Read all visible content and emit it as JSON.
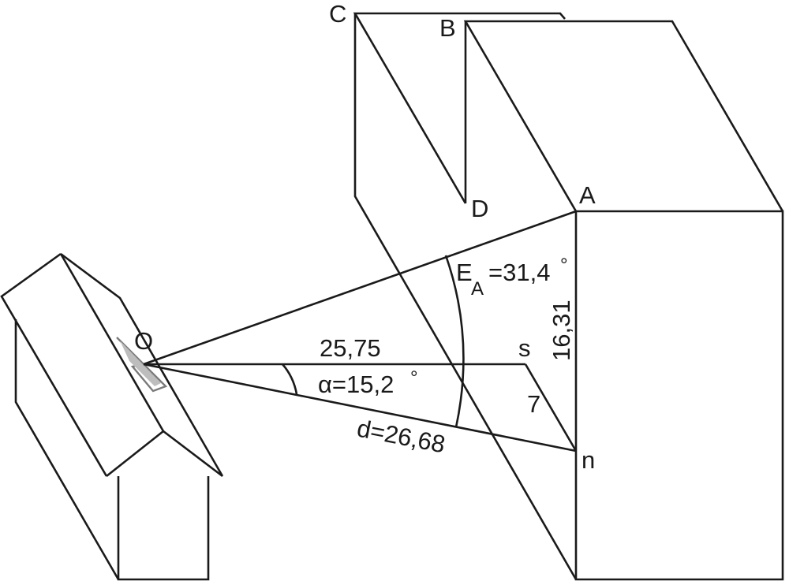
{
  "points": {
    "C": "C",
    "B": "B",
    "A": "A",
    "D": "D",
    "O": "O",
    "s": "s",
    "n": "n"
  },
  "measurements": {
    "horizontal_distance": "25,75",
    "height": "16,31",
    "short_side": "7",
    "distance_d": "d=26,68",
    "elevation_letter": "E",
    "elevation_subscript": "A",
    "elevation_value": "=31,4",
    "azimuth_value": "α=15,2",
    "degree_symbol": "°"
  },
  "colors": {
    "stroke": "#1a1a1a",
    "antenna": "#7a7a7a"
  }
}
